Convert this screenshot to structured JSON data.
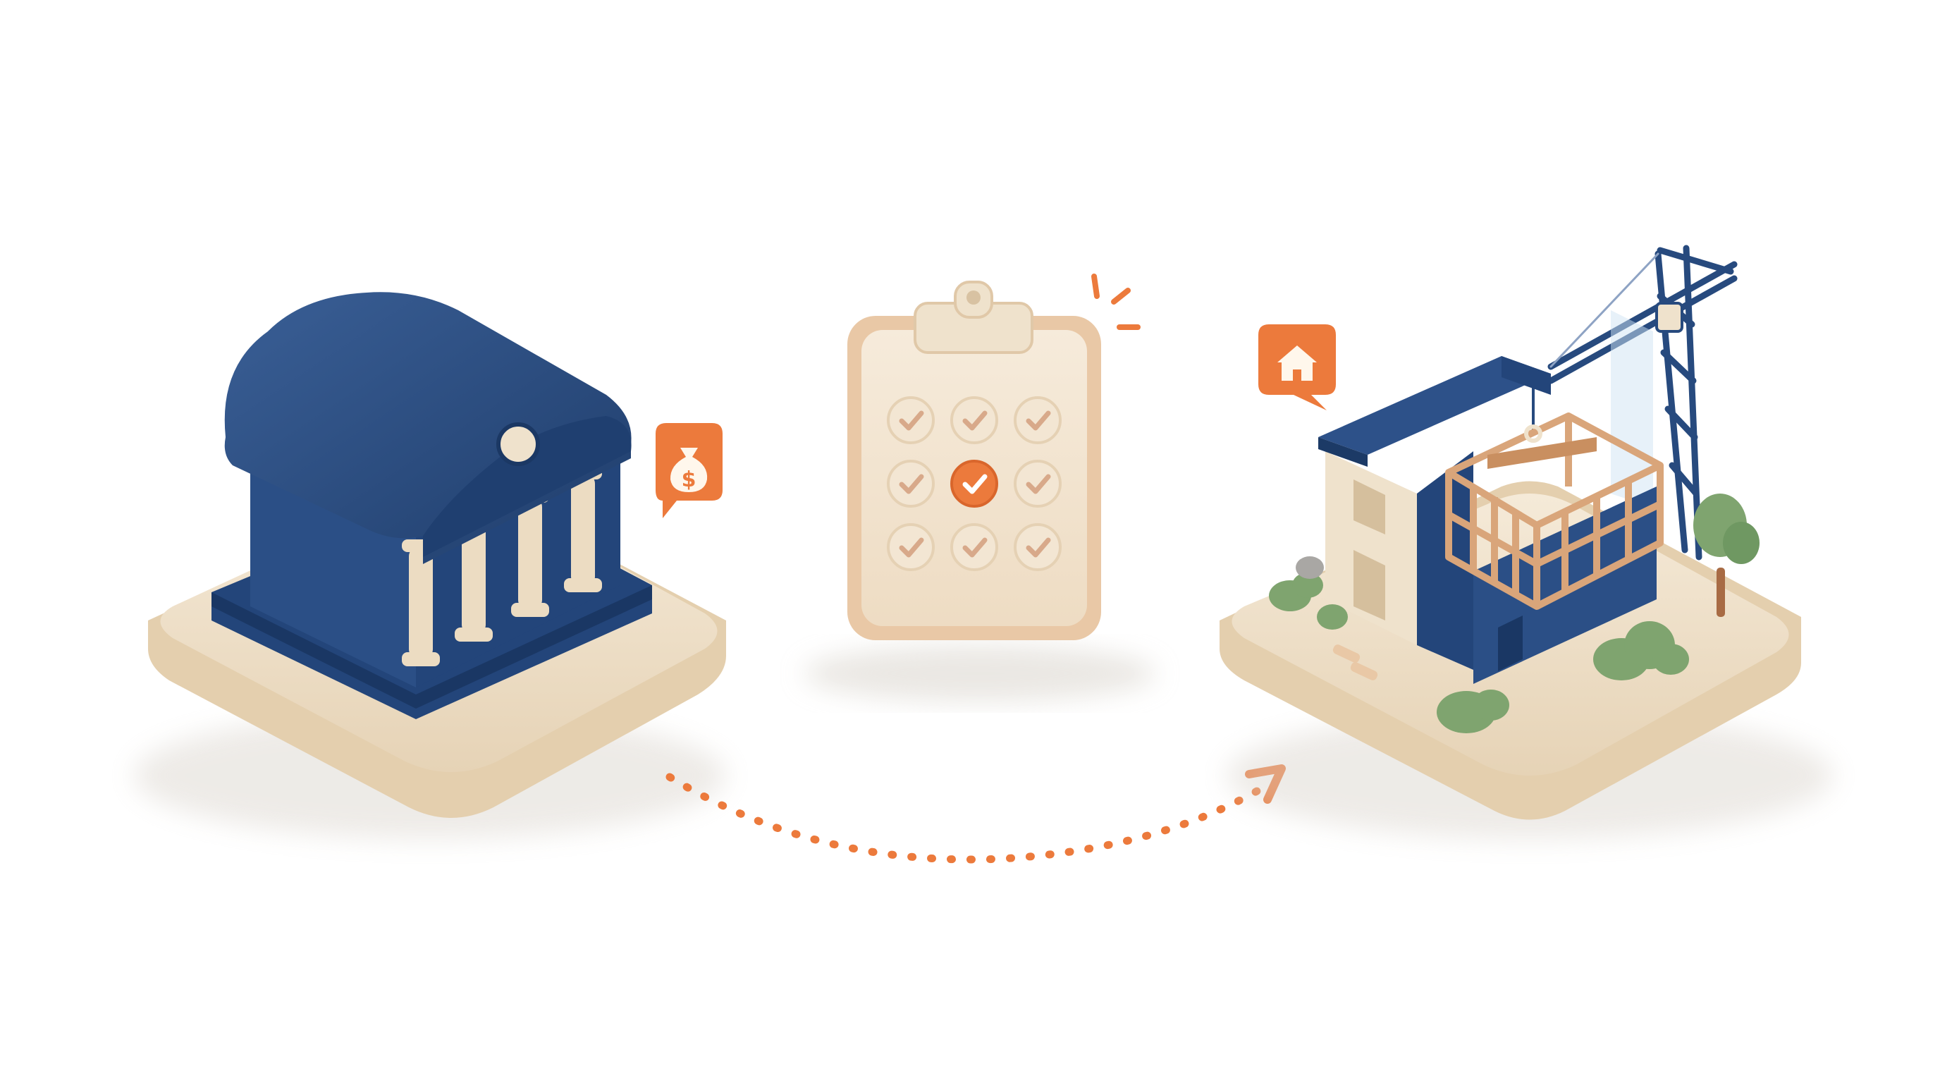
{
  "scene": {
    "bank_badge": {
      "icon": "money-bag-icon",
      "symbol": "$"
    },
    "checklist": {
      "icon": "clipboard-checklist-icon",
      "items": [
        {
          "state": "done"
        },
        {
          "state": "done"
        },
        {
          "state": "done"
        },
        {
          "state": "done"
        },
        {
          "state": "highlighted"
        },
        {
          "state": "done"
        },
        {
          "state": "done"
        },
        {
          "state": "done"
        },
        {
          "state": "done"
        }
      ]
    },
    "home_badge": {
      "icon": "home-icon"
    },
    "flow_arrow": {
      "icon": "dotted-arrow-icon",
      "from": "bank",
      "to": "construction-site"
    }
  },
  "colors": {
    "navy": "#274a7e",
    "navy_dark": "#1e3b69",
    "cream": "#f1e4cf",
    "cream_dark": "#e3cfb2",
    "orange": "#ec7a3c",
    "wood": "#d9a57a",
    "green": "#7fa46f",
    "check": "#d8a98a"
  }
}
